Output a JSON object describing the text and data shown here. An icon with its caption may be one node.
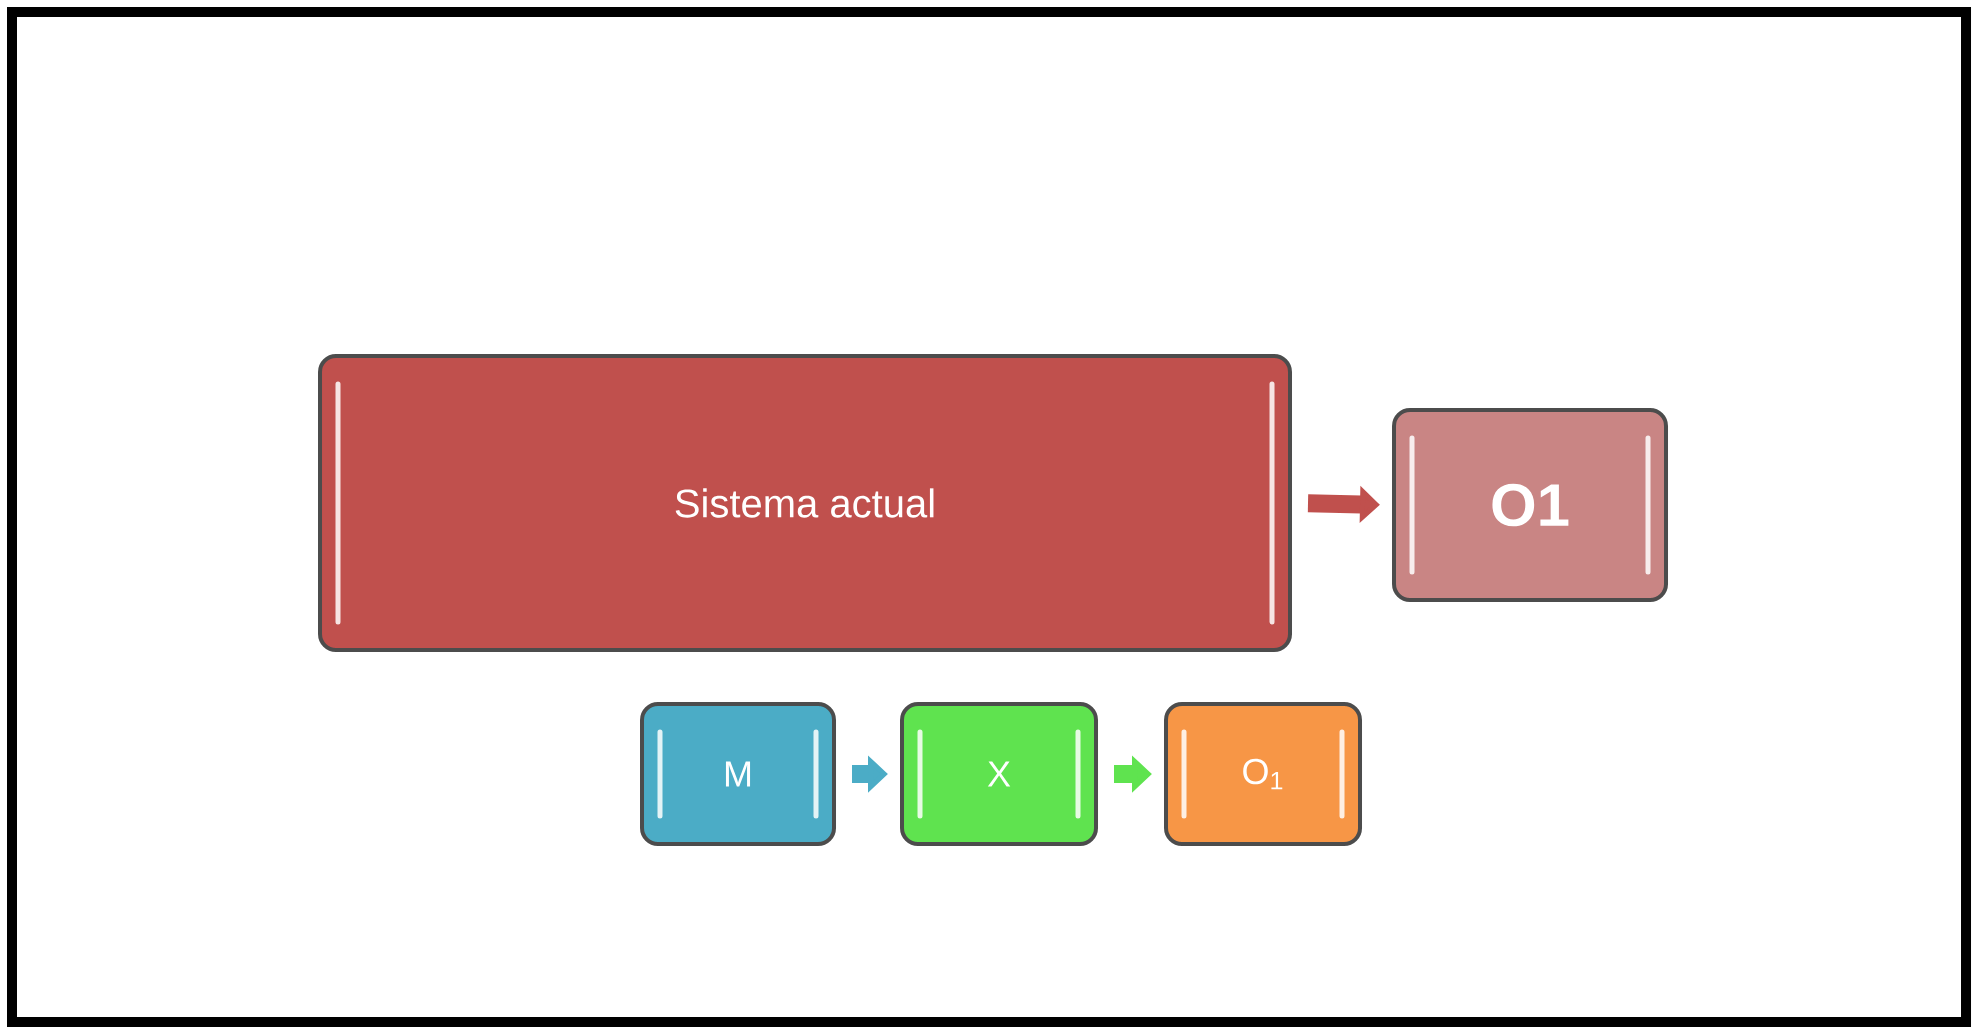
{
  "diagram": {
    "nodes": [
      {
        "text": [
          "Sistema actual"
        ]
      },
      {
        "text": [
          "O1"
        ]
      },
      {
        "text": [
          "M"
        ]
      },
      {
        "text": [
          "X"
        ]
      },
      {
        "text": [
          "O$_{1}$"
        ]
      }
    ],
    "edges": [
      {
        "from": 0,
        "to": 1,
        "arrow": "to",
        "color": "#c0504d"
      },
      {
        "from": 2,
        "to": 3,
        "arrow": "to",
        "color": "#4bacc6"
      },
      {
        "from": 3,
        "to": 4,
        "arrow": "to",
        "color": "#5fe34f"
      }
    ]
  }
}
